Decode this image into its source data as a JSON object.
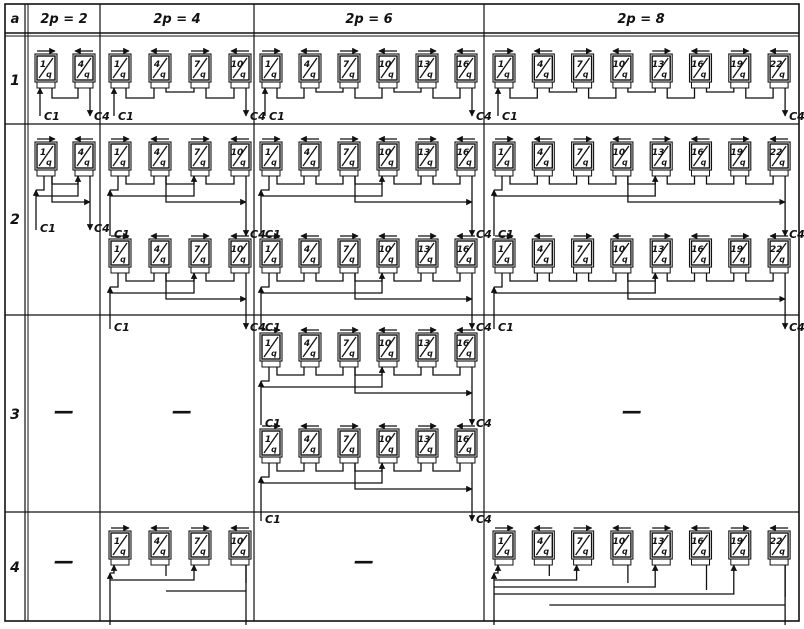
{
  "table": {
    "corner_label": "a",
    "columns": [
      "2p = 2",
      "2p = 4",
      "2p = 6",
      "2p = 8"
    ],
    "rows": [
      "1",
      "2",
      "3",
      "4"
    ],
    "empty_mark": "—"
  },
  "coil": {
    "numbers": [
      "1",
      "4",
      "7",
      "10",
      "13",
      "16",
      "19",
      "22"
    ],
    "denominator": "q"
  },
  "terminals": {
    "start": "C1",
    "end": "C4"
  },
  "circuits": {
    "r1": {
      "c1": "wave",
      "c2": "wave",
      "c3": "wave",
      "c4": "wave"
    },
    "r2": {
      "c1": "split",
      "c2": "split",
      "c3": "split",
      "c4": "split"
    },
    "r3": {
      "c1": "empty",
      "c2": "empty",
      "c3": "split3",
      "c4": "empty"
    },
    "r4": {
      "c1": "empty",
      "c2": "parallel",
      "c3": "empty",
      "c4": "parallel"
    }
  }
}
